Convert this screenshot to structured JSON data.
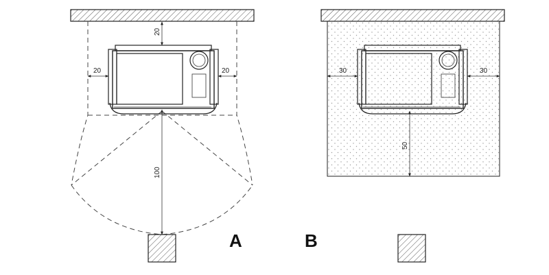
{
  "diagram_a": {
    "label": "A",
    "dim_top": "20",
    "dim_left": "20",
    "dim_right": "20",
    "dim_front": "100"
  },
  "diagram_b": {
    "label": "B",
    "dim_left": "30",
    "dim_right": "30",
    "dim_front": "50"
  },
  "colors": {
    "line": "#222222",
    "hatch": "#555555",
    "floor_dots": "#9a9a9a"
  }
}
